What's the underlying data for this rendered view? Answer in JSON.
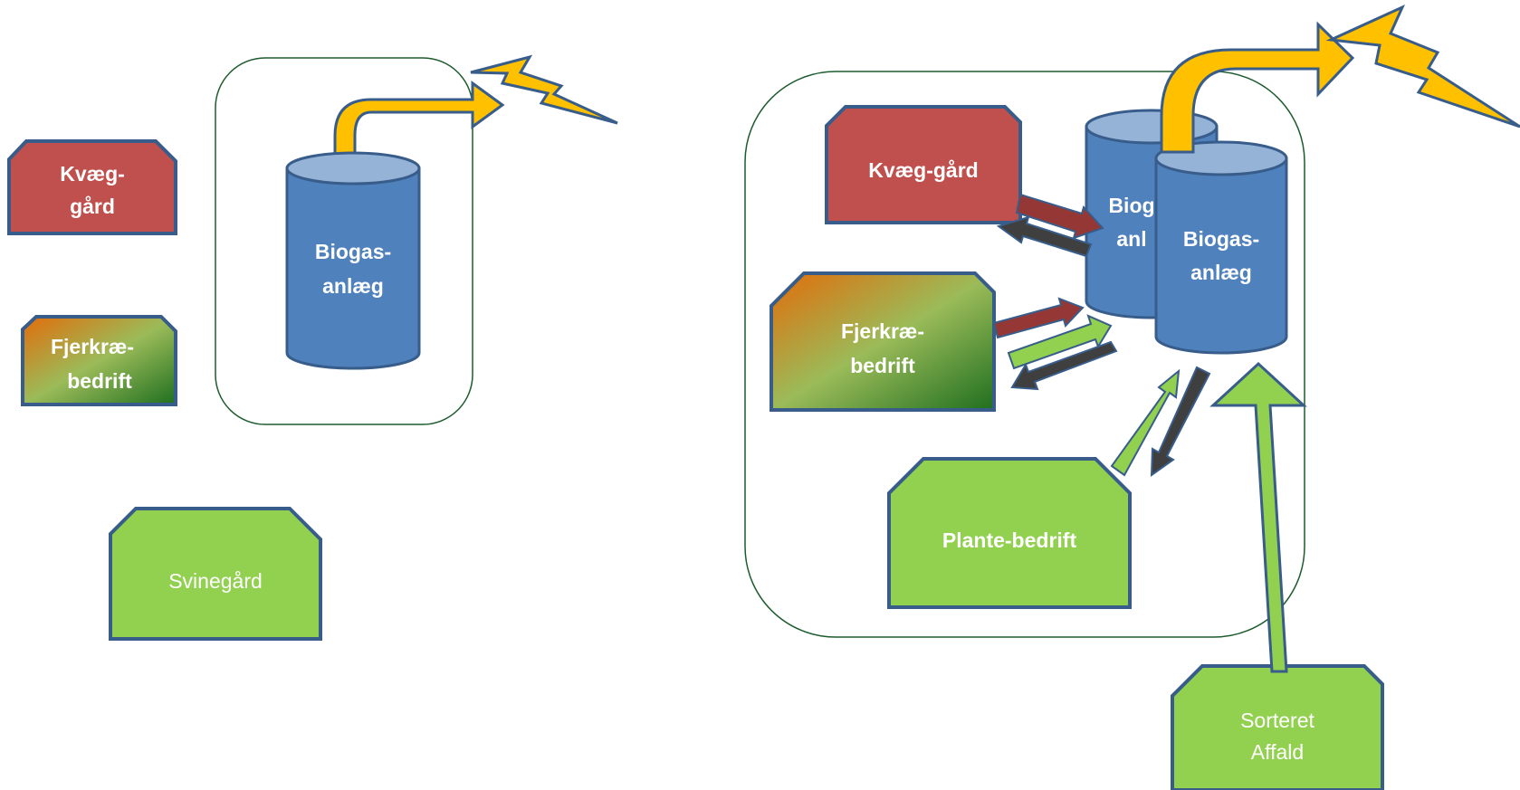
{
  "left_panel": {
    "cattle_farm": {
      "line1": "Kvæg-",
      "line2": "gård"
    },
    "poultry_farm": {
      "line1": "Fjerkræ-",
      "line2": "bedrift"
    },
    "pig_farm": {
      "label": "Svinegård"
    },
    "biogas_plant": {
      "line1": "Biogas-",
      "line2": "anlæg"
    }
  },
  "right_panel": {
    "cattle_farm": {
      "label": "Kvæg-gård"
    },
    "poultry_farm": {
      "line1": "Fjerkræ-",
      "line2": "bedrift"
    },
    "plant_farm": {
      "label": "Plante-bedrift"
    },
    "biogas_back": {
      "line1": "Biog",
      "line2": "anl"
    },
    "biogas_front": {
      "line1": "Biogas-",
      "line2": "anlæg"
    },
    "sorted_waste": {
      "line1": "Sorteret",
      "line2": "Affald"
    }
  },
  "colors": {
    "cattle_red": "#c0504d",
    "plant_green": "#92d050",
    "tank_blue": "#4f81bd",
    "tank_top": "#95b3d7",
    "outline_blue": "#385d8a",
    "energy_yellow": "#ffc000",
    "boundary_green": "#1d5c2e",
    "return_arrow": "#3f3f3f",
    "manure_arrow": "#953735"
  }
}
